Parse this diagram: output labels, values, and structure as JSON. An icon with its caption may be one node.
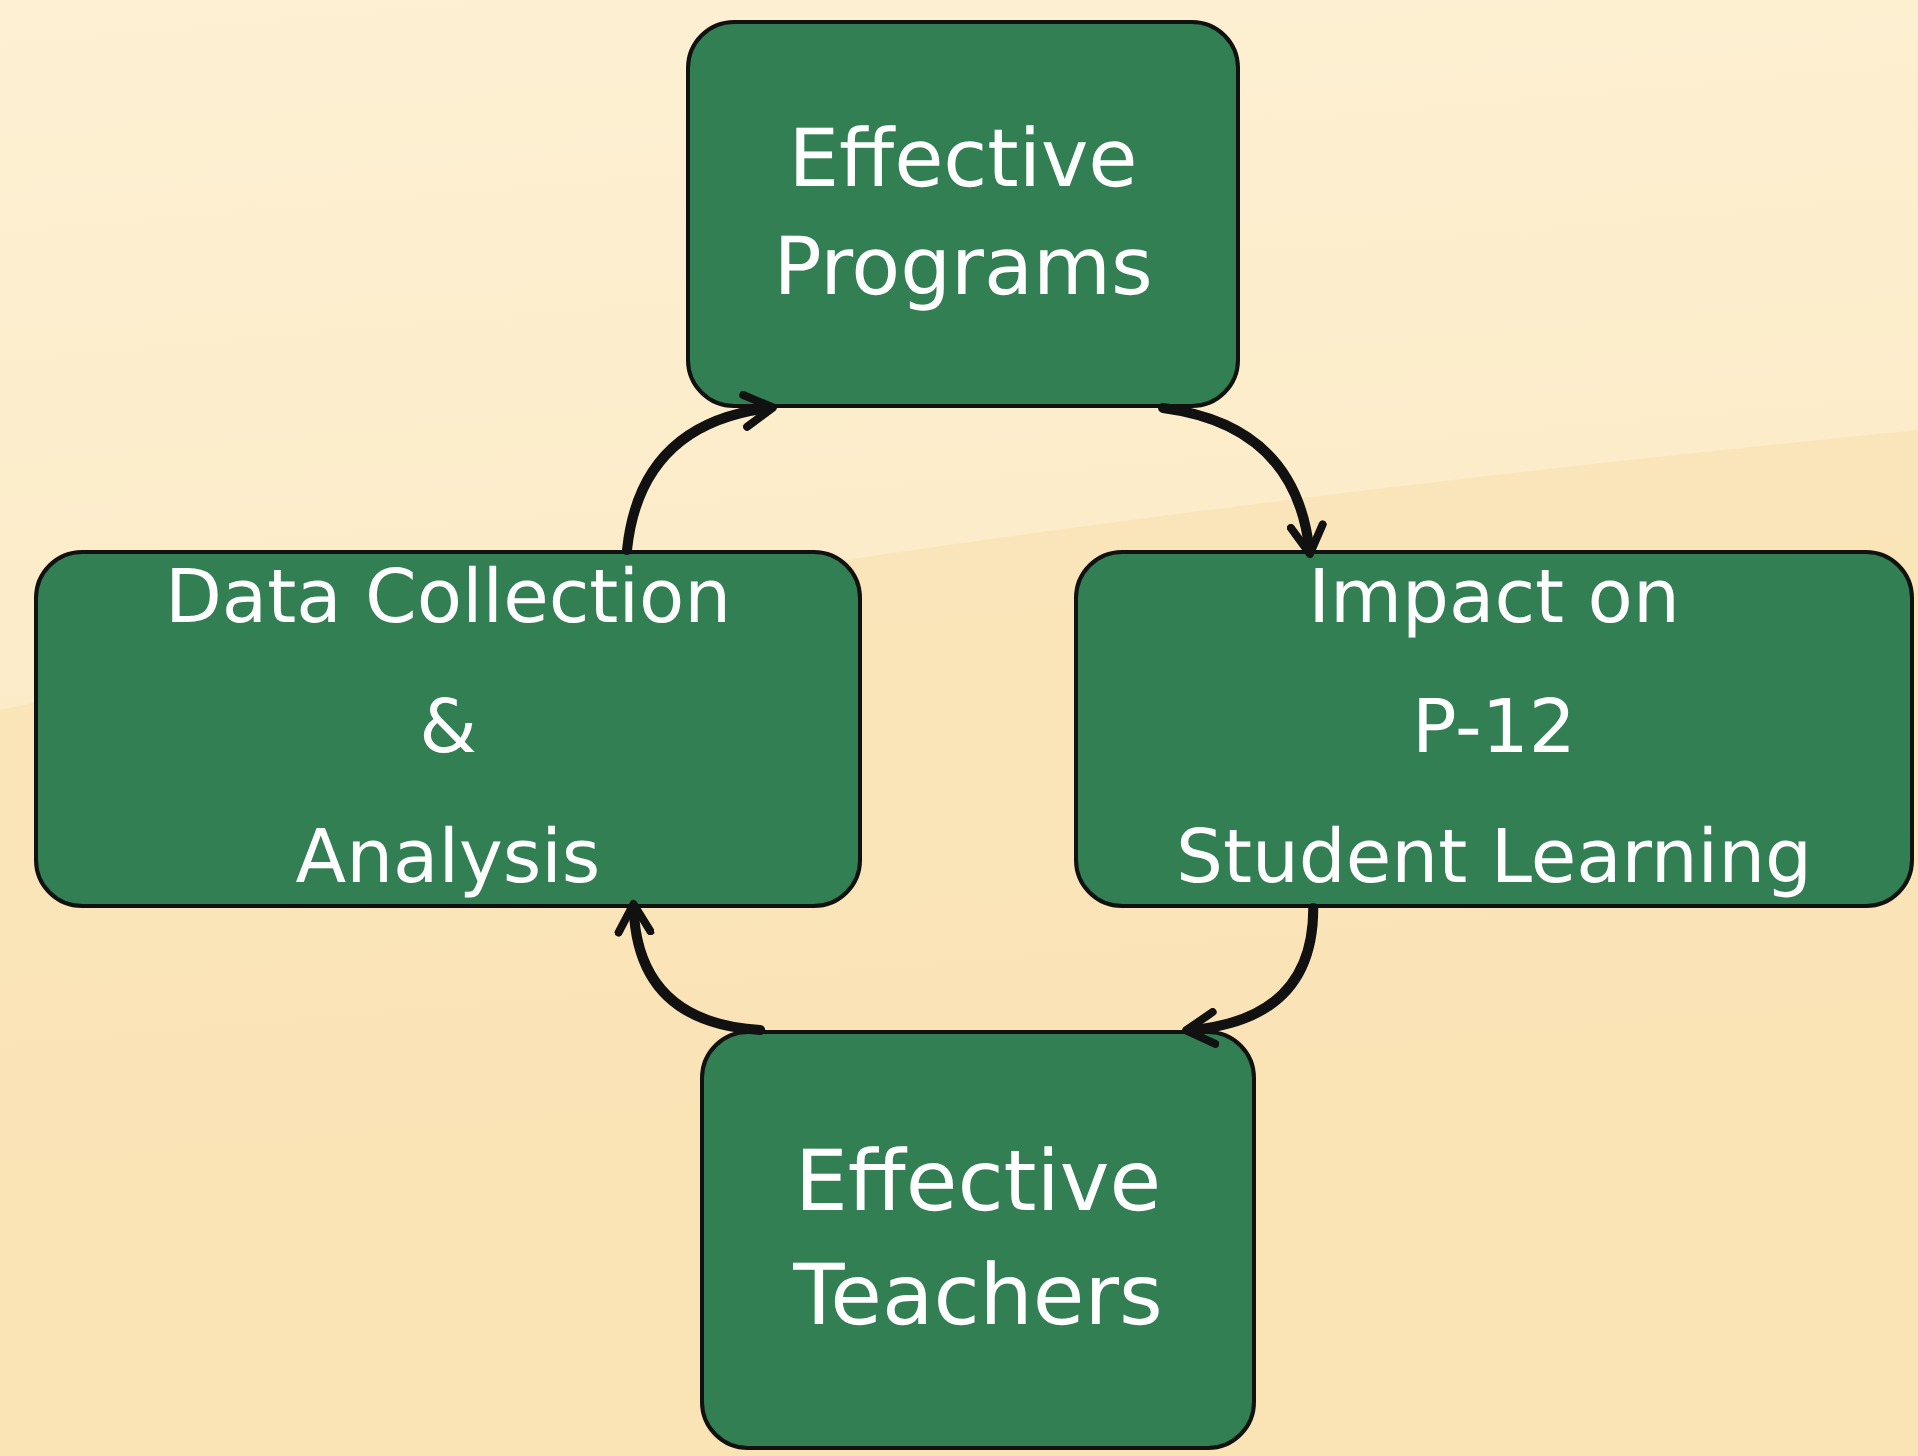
{
  "diagram": {
    "nodes": [
      {
        "text": [
          "Effective Programs"
        ]
      },
      {
        "text": [
          "Impact on",
          "P-12",
          "Student Learning"
        ]
      },
      {
        "text": [
          "Effective Teachers"
        ]
      },
      {
        "text": [
          "Data Collection",
          "&",
          "Analysis"
        ]
      }
    ],
    "edges": [
      {
        "from": 0,
        "to": 1,
        "arrow": "to"
      },
      {
        "from": 1,
        "to": 2,
        "arrow": "to"
      },
      {
        "from": 2,
        "to": 3,
        "arrow": "to"
      },
      {
        "from": 3,
        "to": 0,
        "arrow": "to"
      }
    ]
  }
}
